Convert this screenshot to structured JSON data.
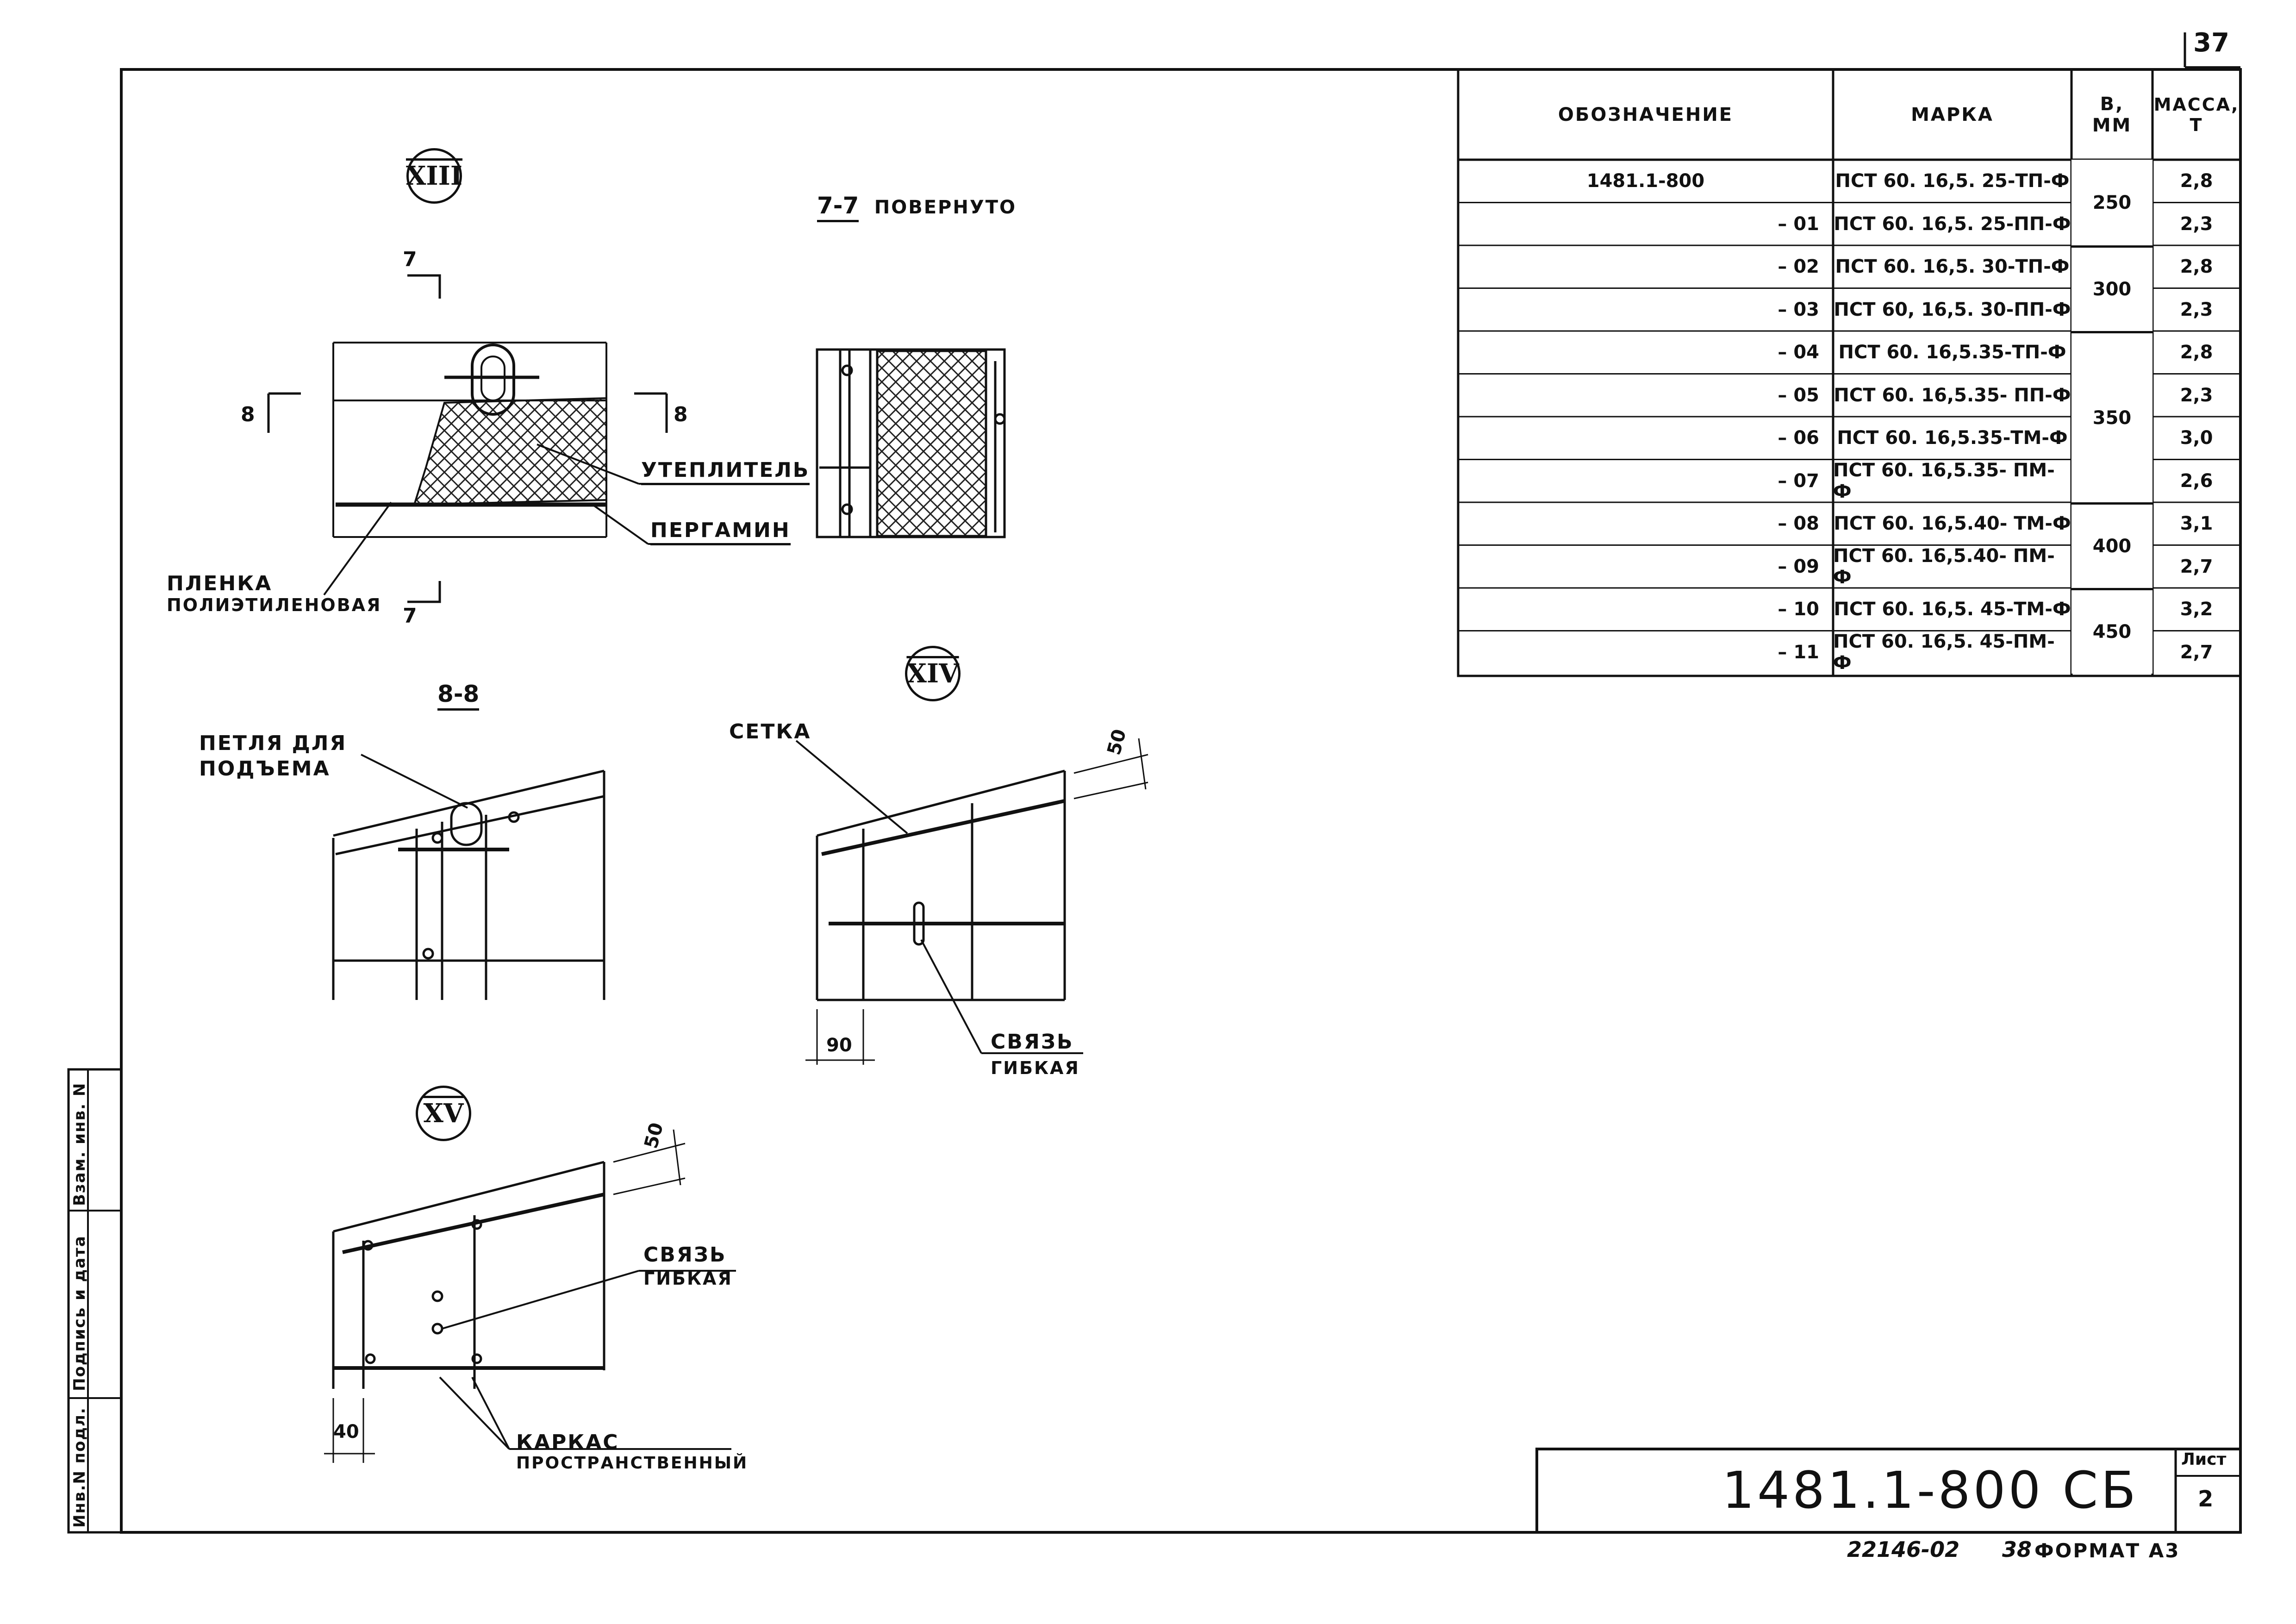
{
  "page_number": "37",
  "sections": {
    "detail_xiii": "XIII",
    "detail_xiv": "XIV",
    "detail_xv": "XV",
    "cut_7_7": "7-7",
    "cut_7_7_note": "повернуто",
    "cut_8_8": "8-8"
  },
  "markers": {
    "m7": "7",
    "m8": "8"
  },
  "labels": {
    "insulation": "Утеплитель",
    "pergamin": "Пергамин",
    "film_line1": "Пленка",
    "film_line2": "полиэтиленовая",
    "lift_loop_line1": "Петля для",
    "lift_loop_line2": "подъема",
    "mesh": "Сетка",
    "flex_tie_line1": "Связь",
    "flex_tie_line2": "гибкая",
    "frame_line1": "Каркас",
    "frame_line2": "пространственный"
  },
  "dimensions": {
    "d50a": "50",
    "d90": "90",
    "d50b": "50",
    "d40": "40"
  },
  "table": {
    "headers": {
      "designation": "Обозначение",
      "mark": "Марка",
      "width": "В,",
      "width_unit": "мм",
      "mass": "Масса,",
      "mass_unit": "т"
    },
    "rows": [
      {
        "designation": "1481.1-800",
        "mark": "ПСТ 60. 16,5. 25-ТП-Ф",
        "mass": "2,8"
      },
      {
        "designation": "– 01",
        "mark": "ПСТ 60. 16,5. 25-ПП-Ф",
        "mass": "2,3"
      },
      {
        "designation": "– 02",
        "mark": "ПСТ 60. 16,5. 30-ТП-Ф",
        "mass": "2,8"
      },
      {
        "designation": "– 03",
        "mark": "ПСТ 60, 16,5. 30-ПП-Ф",
        "mass": "2,3"
      },
      {
        "designation": "– 04",
        "mark": "ПСТ 60. 16,5.35-ТП-Ф",
        "mass": "2,8"
      },
      {
        "designation": "– 05",
        "mark": "ПСТ 60. 16,5.35- ПП-Ф",
        "mass": "2,3"
      },
      {
        "designation": "– 06",
        "mark": "ПСТ 60. 16,5.35-ТМ-Ф",
        "mass": "3,0"
      },
      {
        "designation": "– 07",
        "mark": "ПСТ 60. 16,5.35- ПМ-Ф",
        "mass": "2,6"
      },
      {
        "designation": "– 08",
        "mark": "ПСТ 60. 16,5.40- ТМ-Ф",
        "mass": "3,1"
      },
      {
        "designation": "– 09",
        "mark": "ПСТ 60. 16,5.40- ПМ-Ф",
        "mass": "2,7"
      },
      {
        "designation": "– 10",
        "mark": "ПСТ 60. 16,5. 45-ТМ-Ф",
        "mass": "3,2"
      },
      {
        "designation": "– 11",
        "mark": "ПСТ 60. 16,5. 45-ПМ-Ф",
        "mass": "2,7"
      }
    ],
    "width_groups": [
      "250",
      "300",
      "350",
      "400",
      "450"
    ]
  },
  "side_stamp": {
    "inv_podl": "Инв.N подл.",
    "sign_date": "Подпись и дата",
    "vzam_inv": "Взам. инв. N"
  },
  "title_block": {
    "code": "1481.1-800 СБ",
    "sheet_label": "Лист",
    "sheet_number": "2"
  },
  "footer": {
    "archive": "22146-02",
    "copy": "38",
    "format": "Формат А3"
  }
}
